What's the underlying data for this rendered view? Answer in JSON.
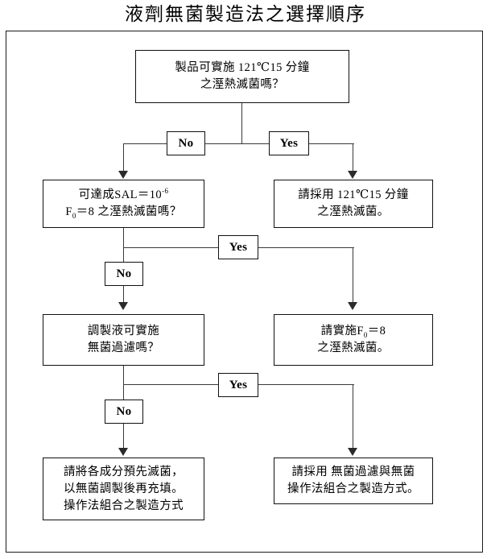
{
  "title": "液劑無菌製造法之選擇順序",
  "chart_data": {
    "type": "diagram",
    "diagram_kind": "flowchart",
    "title": "液劑無菌製造法之選擇順序",
    "orientation": "top-down",
    "nodes": [
      {
        "id": "q1",
        "role": "decision",
        "lines": [
          "製品可實施 121℃15 分鐘",
          "之溼熱滅菌嗎？"
        ]
      },
      {
        "id": "q2",
        "role": "decision",
        "lines": [
          "可達成SAL＝10⁻⁶",
          "F₀＝8 之溼熱滅菌嗎？"
        ]
      },
      {
        "id": "a1",
        "role": "terminal",
        "lines": [
          "請採用 121℃15 分鐘",
          "之溼熱滅菌。"
        ]
      },
      {
        "id": "q3",
        "role": "decision",
        "lines": [
          "調製液可實施",
          "無菌過濾嗎？"
        ]
      },
      {
        "id": "a2",
        "role": "terminal",
        "lines": [
          "請實施F₀＝8",
          "之溼熱滅菌。"
        ]
      },
      {
        "id": "a3",
        "role": "terminal",
        "lines": [
          "請將各成分預先滅菌，",
          "以無菌調製後再充填。",
          "操作法組合之製造方式"
        ]
      },
      {
        "id": "a4",
        "role": "terminal",
        "lines": [
          "請採用 無菌過濾與無菌",
          "操作法組合之製造方式。"
        ]
      }
    ],
    "edges": [
      {
        "from": "q1",
        "to": "q2",
        "label": "No"
      },
      {
        "from": "q1",
        "to": "a1",
        "label": "Yes"
      },
      {
        "from": "q2",
        "to": "a2",
        "label": "Yes"
      },
      {
        "from": "q2",
        "to": "q3",
        "label": "No"
      },
      {
        "from": "q3",
        "to": "a4",
        "label": "Yes"
      },
      {
        "from": "q3",
        "to": "a3",
        "label": "No"
      }
    ],
    "labels": {
      "yes": "Yes",
      "no": "No"
    },
    "colors": {
      "background": "#ffffff",
      "stroke": "#101010",
      "connector": "#3a3a3a",
      "text": "#000000"
    }
  },
  "nodes": {
    "q1": {
      "l1": "製品可實施 121℃15 分鐘",
      "l2": "之溼熱滅菌嗎？"
    },
    "q2": {
      "l1_pre": "可達成SAL＝10",
      "l1_sup": "-6",
      "l2_pre": "F",
      "l2_sub": "0",
      "l2_post": "＝8 之溼熱滅菌嗎？"
    },
    "a1": {
      "l1": "請採用 121℃15 分鐘",
      "l2": "之溼熱滅菌。"
    },
    "q3": {
      "l1": "調製液可實施",
      "l2": "無菌過濾嗎？"
    },
    "a2": {
      "l1_pre": "請實施F",
      "l1_sub": "0",
      "l1_post": "＝8",
      "l2": "之溼熱滅菌。"
    },
    "a3": {
      "l1": "請將各成分預先滅菌，",
      "l2": "以無菌調製後再充填。",
      "l3": "操作法組合之製造方式"
    },
    "a4": {
      "l1": "請採用 無菌過濾與無菌",
      "l2": "操作法組合之製造方式。"
    }
  },
  "edge_labels": {
    "no1": "No",
    "yes1": "Yes",
    "yes2": "Yes",
    "no2": "No",
    "yes3": "Yes",
    "no3": "No"
  }
}
